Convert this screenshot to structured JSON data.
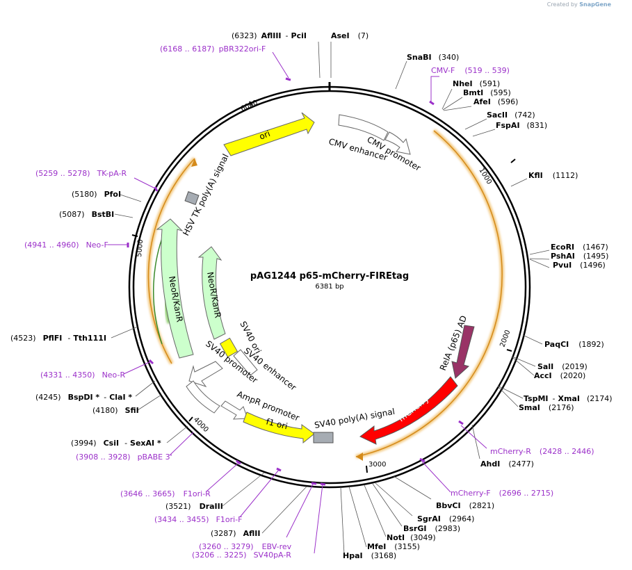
{
  "credit": {
    "created_by": "Created by",
    "brand": "SnapGene"
  },
  "plasmid": {
    "name": "pAG1244 p65-mCherry-FIREtag",
    "length": 6381,
    "length_label": "6381 bp"
  },
  "ticks": [
    "1000",
    "2000",
    "3000",
    "4000",
    "5000",
    "6000"
  ],
  "sites": [
    {
      "name": "AseI",
      "pos": "(7)",
      "type": "site"
    },
    {
      "name": "AflIII",
      "name2": "PciI",
      "pos": "(6323)",
      "type": "site"
    },
    {
      "name": "pBR322ori-F",
      "pos": "(6168 .. 6187)",
      "type": "primer"
    },
    {
      "name": "SnaBI",
      "pos": "(340)",
      "type": "site"
    },
    {
      "name": "CMV-F",
      "pos": "(519 .. 539)",
      "type": "primer"
    },
    {
      "name": "NheI",
      "pos": "(591)",
      "type": "site"
    },
    {
      "name": "BmtI",
      "pos": "(595)",
      "type": "site"
    },
    {
      "name": "AfeI",
      "pos": "(596)",
      "type": "site"
    },
    {
      "name": "SacII",
      "pos": "(742)",
      "type": "site"
    },
    {
      "name": "FspAI",
      "pos": "(831)",
      "type": "site"
    },
    {
      "name": "KflI",
      "pos": "(1112)",
      "type": "site"
    },
    {
      "name": "EcoRI",
      "pos": "(1467)",
      "type": "site"
    },
    {
      "name": "PshAI",
      "pos": "(1495)",
      "type": "site"
    },
    {
      "name": "PvuI",
      "pos": "(1496)",
      "type": "site"
    },
    {
      "name": "PaqCI",
      "pos": "(1892)",
      "type": "site"
    },
    {
      "name": "SalI",
      "pos": "(2019)",
      "type": "site"
    },
    {
      "name": "AccI",
      "pos": "(2020)",
      "type": "site"
    },
    {
      "name": "TspMI",
      "name2": "XmaI",
      "pos": "(2174)",
      "type": "site"
    },
    {
      "name": "SmaI",
      "pos": "(2176)",
      "type": "site"
    },
    {
      "name": "mCherry-R",
      "pos": "(2428 .. 2446)",
      "type": "primer"
    },
    {
      "name": "AhdI",
      "pos": "(2477)",
      "type": "site"
    },
    {
      "name": "mCherry-F",
      "pos": "(2696 .. 2715)",
      "type": "primer"
    },
    {
      "name": "BbvCI",
      "pos": "(2821)",
      "type": "site"
    },
    {
      "name": "SgrAI",
      "pos": "(2964)",
      "type": "site"
    },
    {
      "name": "BsrGI",
      "pos": "(2983)",
      "type": "site"
    },
    {
      "name": "NotI",
      "pos": "(3049)",
      "type": "site"
    },
    {
      "name": "MfeI",
      "pos": "(3155)",
      "type": "site"
    },
    {
      "name": "HpaI",
      "pos": "(3168)",
      "type": "site"
    },
    {
      "name": "AflII",
      "pos": "(3287)",
      "type": "site"
    },
    {
      "name": "EBV-rev",
      "pos": "(3260 .. 3279)",
      "type": "primer"
    },
    {
      "name": "SV40pA-R",
      "pos": "(3206 .. 3225)",
      "type": "primer"
    },
    {
      "name": "F1ori-F",
      "pos": "(3434 .. 3455)",
      "type": "primer"
    },
    {
      "name": "DraIII",
      "pos": "(3521)",
      "type": "site"
    },
    {
      "name": "F1ori-R",
      "pos": "(3646 .. 3665)",
      "type": "primer"
    },
    {
      "name": "pBABE 3'",
      "pos": "(3908 .. 3928)",
      "type": "primer"
    },
    {
      "name": "CsiI",
      "name2": "SexAI *",
      "pos": "(3994)",
      "type": "site"
    },
    {
      "name": "SfiI",
      "pos": "(4180)",
      "type": "site"
    },
    {
      "name": "BspDI *",
      "name2": "ClaI *",
      "pos": "(4245)",
      "type": "site"
    },
    {
      "name": "Neo-R",
      "pos": "(4331 .. 4350)",
      "type": "primer"
    },
    {
      "name": "PflFI",
      "name2": "Tth111I",
      "pos": "(4523)",
      "type": "site"
    },
    {
      "name": "Neo-F",
      "pos": "(4941 .. 4960)",
      "type": "primer"
    },
    {
      "name": "BstBI",
      "pos": "(5087)",
      "type": "site"
    },
    {
      "name": "PfoI",
      "pos": "(5180)",
      "type": "site"
    },
    {
      "name": "TK-pA-R",
      "pos": "(5259 .. 5278)",
      "type": "primer"
    }
  ],
  "features": [
    {
      "label": "ori",
      "color": "#ffff00"
    },
    {
      "label": "CMV enhancer",
      "color": "#ffffff"
    },
    {
      "label": "CMV promoter",
      "color": "#ffffff"
    },
    {
      "label": "HSV TK poly(A) signal",
      "color": "#a6acb3"
    },
    {
      "label": "NeoR/KanR",
      "color": "#ccffcc"
    },
    {
      "label": "NeoR/KanR",
      "color": "#ccffcc"
    },
    {
      "label": "RelA (p65) AD",
      "color": "#993366"
    },
    {
      "label": "mCherry",
      "color": "#ff0000"
    },
    {
      "label": "SV40 ori",
      "color": "#ffff00"
    },
    {
      "label": "SV40 enhancer",
      "color": "#ffffff"
    },
    {
      "label": "SV40 promoter",
      "color": "#ffffff"
    },
    {
      "label": "AmpR promoter",
      "color": "#ffffff"
    },
    {
      "label": "f1 ori",
      "color": "#ffff00"
    },
    {
      "label": "SV40 poly(A) signal",
      "color": "#a6acb3"
    }
  ],
  "colors": {
    "primer": "#9b30c9",
    "orf": "#f0b050",
    "backbone": "#000000"
  }
}
